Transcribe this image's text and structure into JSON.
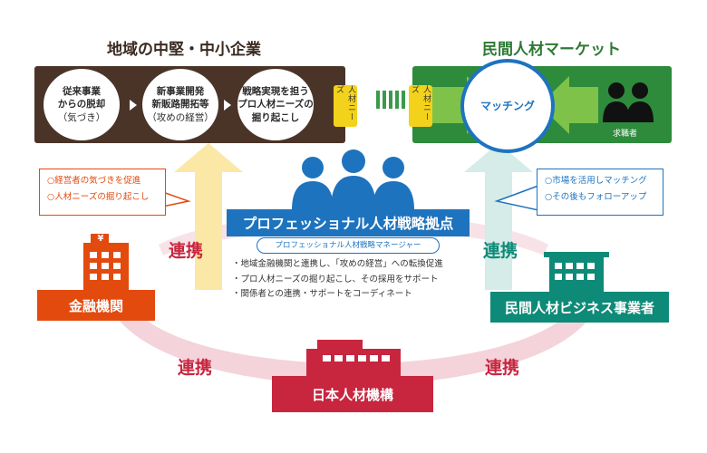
{
  "headers": {
    "left": "地域の中堅・中小企業",
    "right": "民間人材マーケット"
  },
  "process_steps": [
    {
      "text": "従来事業\nからの脱却",
      "sub": "（気づき）"
    },
    {
      "text": "新事業開発\n新販路開拓等",
      "sub": "（攻めの経営）"
    },
    {
      "text": "戦略実現を担う\nプロ人材ニーズの\n掘り起こし",
      "sub": ""
    }
  ],
  "needs_tags": [
    "人材ニーズ",
    "人材ニーズ"
  ],
  "matching": "マッチング",
  "job_seeker": "求職者",
  "left_bubble": [
    "○経営者の気づきを促進",
    "○人材ニーズの掘り起こし"
  ],
  "right_bubble": [
    "○市場を活用しマッチング",
    "○その後もフォローアップ"
  ],
  "hub": {
    "title": "プロフェッショナル人材戦略拠点",
    "subtitle": "プロフェッショナル人材戦略マネージャー",
    "bullets": [
      "・地域金融機関と連携し、「攻めの経営」への転換促進",
      "・プロ人材ニーズの掘り起こし、その採用をサポート",
      "・関係者との連携・サポートをコーディネート"
    ]
  },
  "renkei": "連携",
  "entities": {
    "finance": "金融機関",
    "private_business": "民間人材ビジネス事業者",
    "nihon": "日本人材機構"
  },
  "colors": {
    "dark_brown": "#4a3428",
    "green": "#2e8b3c",
    "blue": "#1e73be",
    "orange_red": "#e34a0e",
    "teal": "#0e8a78",
    "crimson": "#c8253f",
    "yellow": "#f3d21b",
    "pale_yellow": "#fbe8a6",
    "pale_teal": "#d5ece8",
    "pale_pink": "#f4d3da"
  }
}
